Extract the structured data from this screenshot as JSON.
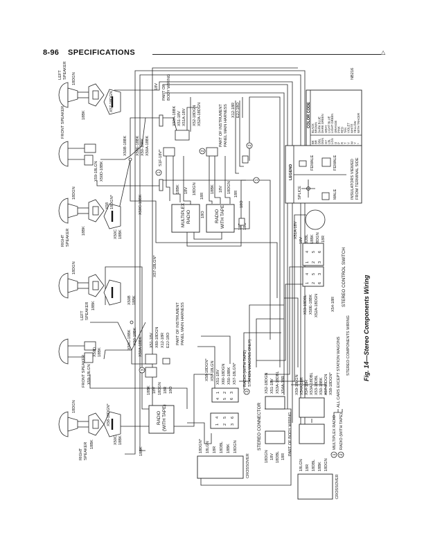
{
  "header": {
    "page_number": "8-96",
    "section_title": "SPECIFICATIONS"
  },
  "figure_id": "NB216",
  "caption": "Fig. 14—Stereo Components Wiring",
  "speakers": {
    "left": [
      "LEFT",
      "SPEAKER"
    ],
    "front": [
      "FRONT SPEAKER"
    ],
    "right": [
      "RIGHT",
      "SPEAKER"
    ],
    "wire_dgn": "18DGN",
    "wire_bk": "18BK"
  },
  "upper": {
    "labels": {
      "x57": "X57-18DGN",
      "x50b": "X50B-18BK",
      "x50e": "X50E-18BK",
      "x50": "X50-18BK",
      "x50a": "X50A-18BK",
      "x59": "X59-18LGN",
      "x50d": "X50D-18BK",
      "x50c": "X50C-18BK",
      "x50c2": [
        "X50C",
        "18BK"
      ],
      "x58": [
        "X58",
        "18DGN*"
      ],
      "body_wiring": [
        "PART OF",
        "BODY WIRING"
      ],
      "v18": "18V",
      "body_x50a": "X50A-18BK",
      "body_x51": "X51-18V",
      "body_x51a": "X51A-18V",
      "body_x52": "X52-18DGN",
      "body_x52a": "X52A-18DGN",
      "s1f": "S1F-18V*",
      "harness": [
        "PART OF INSTRUMENT",
        "PANEL MAIN HARNESS"
      ],
      "x12": "X12-18R",
      "e2j": "E2J-18O",
      "m_bk": "18BK",
      "m_v": "18V",
      "m_dgn": "18DGN",
      "m_r": "18R",
      "m_o": "18O",
      "t_bk": "18BK",
      "t_v": "18V",
      "t_dgn": "18DGN",
      "t_r": "18R",
      "t_o": "18O",
      "t_r2": "18R",
      "t_o2": "18O"
    },
    "multiplex_radio": [
      "MULTIPLEX",
      "RADIO"
    ],
    "radio_tape": [
      "RADIO",
      "WITH TAPE"
    ],
    "callouts": [
      "1",
      "2",
      "2",
      "1"
    ]
  },
  "legend": {
    "title": "LEGEND",
    "splice": "SPLICE",
    "male": "MALE",
    "female": "FEMALE",
    "note": [
      "INSULATORS VIEWED",
      "FROM TERMINAL SIDE"
    ]
  },
  "color_code": {
    "title": "COLOR CODE",
    "rows": [
      [
        "BK",
        "BLACK"
      ],
      [
        "BR",
        "BROWN"
      ],
      [
        "DBL",
        "DARK BLUE"
      ],
      [
        "DGN",
        "DARK GREEN"
      ],
      [
        "GY",
        "GRAY"
      ],
      [
        "LBL",
        "LIGHT BLUE"
      ],
      [
        "LGN",
        "LIGHT GREEN"
      ],
      [
        "O",
        "ORANGE"
      ],
      [
        "P",
        "PINK"
      ],
      [
        "R",
        "RED"
      ],
      [
        "T",
        "TAN"
      ],
      [
        "V",
        "VIOLET"
      ],
      [
        "W",
        "WHITE"
      ],
      [
        "Y",
        "YELLOW"
      ],
      [
        "*",
        "WITH TRACER"
      ]
    ]
  },
  "switch": {
    "knob_wires": [
      "18V",
      "18DBL",
      "18BK",
      "18DGN",
      "18R"
    ],
    "x51a": "X51A-18V",
    "lower_wires": [
      "X53-18DBL",
      "X50E-18BK",
      "X52A-18DGN"
    ],
    "x54": "X54-18R",
    "title": "STEREO CONTROL SWITCH",
    "pins_a": [
      "1",
      "4",
      "2",
      "5",
      "3",
      "6"
    ],
    "pins_b": [
      "1",
      "4",
      "2",
      "5",
      "6",
      "3"
    ]
  },
  "lower": {
    "labels": {
      "x57": "X57-18LGN*",
      "x50b": [
        "X50B",
        "18BK"
      ],
      "x50d": [
        "X50D",
        "18BK"
      ],
      "x59": "X59-18LGN",
      "x58": "X58-18DGN*",
      "x50c": [
        "X50C",
        "18BK"
      ],
      "x50c2": "X50C-18BK",
      "x50": "X50-18BK",
      "x50a": "X50A-18BK",
      "x51": "X51-18V",
      "x60": "X60-18DGN",
      "x12": "X12-18R",
      "e2j": "E2J-18O",
      "harness": [
        "PART OF INSTRUMENT",
        "PANEL MAIN HARNESS"
      ],
      "r_bk": "18BK",
      "r_v": "18V",
      "r_dgn": "18DGN",
      "r_r": "18R",
      "r_o": "18O",
      "r_bk2": "18BK",
      "sw_x58": "X58-18DGN*",
      "sw_x59": "X59-18LGN",
      "sw_x51": "X51-18V",
      "sw_x60": "X60-18DGN",
      "sw_x50": "X50-18BK",
      "sw_x57": "X57-18LGN*",
      "note": [
        "RADIO (WITH TAPE)",
        "STATION WAGONS ONLY)"
      ],
      "xo_wires": [
        "18DGN*",
        "18LGN",
        "18R",
        "18DBL",
        "18BK",
        "18DGN"
      ],
      "crossover": "CROSSOVER"
    },
    "radio_tape": [
      "RADIO",
      "(WITH TAPE)"
    ],
    "callout": "3"
  },
  "stereo_connector": {
    "title": "STEREO CONNECTOR",
    "right_wires": [
      "X52-18DGN",
      "X51-18V",
      "X53A-18DBL",
      "X54A-18R"
    ],
    "left_wires": [
      "18DGN",
      "18V",
      "18DBL",
      "18R"
    ],
    "body_wiring": "PART OF BODY WIRING",
    "conn_wires": [
      "X59-18LGN",
      "X54A-18R",
      "X54-18R",
      "X53A-18DBL",
      "X53-18DBL",
      "X50-18BK",
      "X57-18DGN",
      "X58-18DGN*"
    ],
    "xo_wires": [
      "18LGN",
      "18R",
      "18DBL",
      "18BK",
      "18DGN"
    ],
    "crossover": "CROSSOVER"
  },
  "notes": {
    "n1": "MULTIPLEX RADIO",
    "n2": "RADIO (WITH TAPE)",
    "n1_num": "1",
    "n2_num": "2",
    "all_cars": "ALL CARS EXCEPT STATION WAGONS",
    "components": "STEREO COMPONENTS WIRING"
  }
}
